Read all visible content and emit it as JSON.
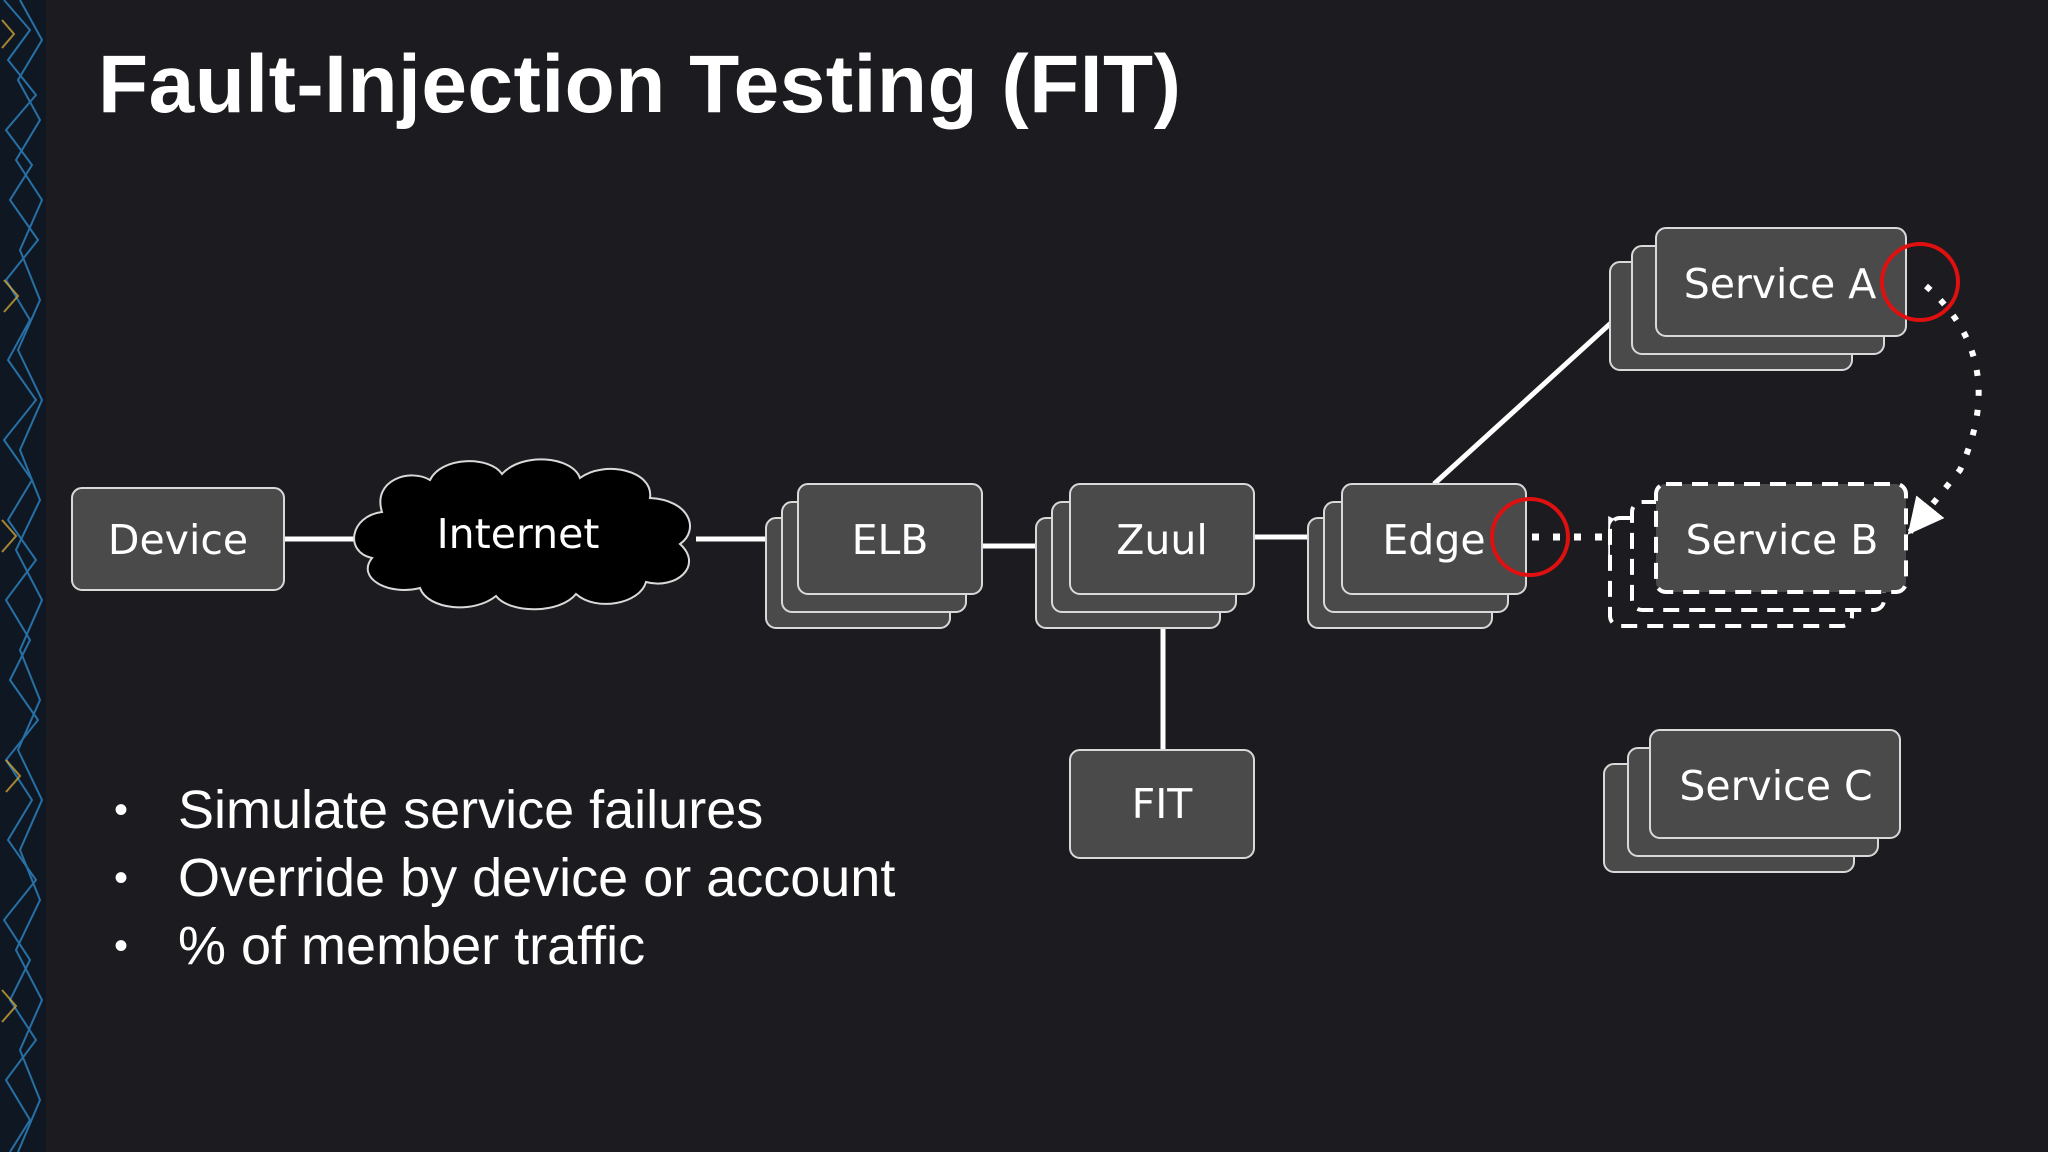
{
  "title": "Fault-Injection Testing (FIT)",
  "nodes": {
    "device": "Device",
    "internet": "Internet",
    "elb": "ELB",
    "zuul": "Zuul",
    "edge": "Edge",
    "fit": "FIT",
    "service_a": "Service A",
    "service_b": "Service B",
    "service_c": "Service C"
  },
  "bullets": [
    "Simulate service failures",
    "Override by device or account",
    "% of member traffic"
  ],
  "colors": {
    "background": "#1c1b1f",
    "box_fill": "#4a4a4a",
    "box_border": "#d9d9d9",
    "fault_marker": "#e01010",
    "text": "#ffffff"
  }
}
